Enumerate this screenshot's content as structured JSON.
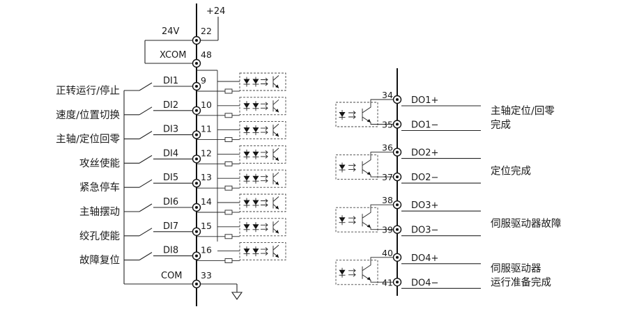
{
  "supply": {
    "label": "+24"
  },
  "left_terminals": [
    {
      "label": "24V",
      "pin": "22"
    },
    {
      "label": "XCOM",
      "pin": "48"
    },
    {
      "label": "COM",
      "pin": "33"
    }
  ],
  "inputs": [
    {
      "func": "正转运行/停止",
      "sig": "DI1",
      "pin": "9"
    },
    {
      "func": "速度/位置切换",
      "sig": "DI2",
      "pin": "10"
    },
    {
      "func": "主轴/定位回零",
      "sig": "DI3",
      "pin": "11"
    },
    {
      "func": "攻丝使能",
      "sig": "DI4",
      "pin": "12"
    },
    {
      "func": "紧急停车",
      "sig": "DI5",
      "pin": "13"
    },
    {
      "func": "主轴摆动",
      "sig": "DI6",
      "pin": "14"
    },
    {
      "func": "绞孔使能",
      "sig": "DI7",
      "pin": "15"
    },
    {
      "func": "故障复位",
      "sig": "DI8",
      "pin": "16"
    }
  ],
  "outputs": [
    {
      "pos_pin": "34",
      "pos_sig": "DO1+",
      "neg_pin": "35",
      "neg_sig": "DO1−",
      "func": [
        "主轴定位/回零",
        "完成"
      ]
    },
    {
      "pos_pin": "36",
      "pos_sig": "DO2+",
      "neg_pin": "37",
      "neg_sig": "DO2−",
      "func": [
        "定位完成"
      ]
    },
    {
      "pos_pin": "38",
      "pos_sig": "DO3+",
      "neg_pin": "39",
      "neg_sig": "DO3−",
      "func": [
        "伺服驱动器故障"
      ]
    },
    {
      "pos_pin": "40",
      "pos_sig": "DO4+",
      "neg_pin": "41",
      "neg_sig": "DO4−",
      "func": [
        "伺服驱动器",
        "运行准备完成"
      ]
    }
  ]
}
